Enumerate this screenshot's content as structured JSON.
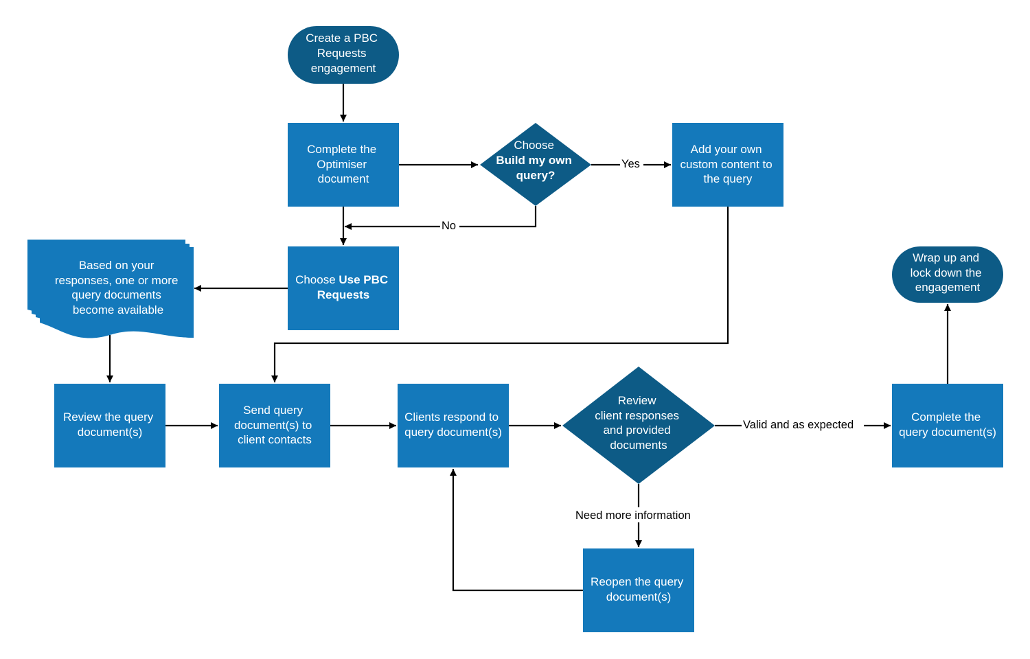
{
  "colors": {
    "process": "#1479bb",
    "terminal": "#0d5b86",
    "decision": "#0d5b86",
    "connector": "#000000",
    "text": "#ffffff"
  },
  "nodes": {
    "start": {
      "lines": [
        "Create a PBC",
        "Requests",
        "engagement"
      ]
    },
    "optimiser": {
      "lines": [
        "Complete the",
        "Optimiser",
        "document"
      ]
    },
    "decision_build": {
      "line1": "Choose",
      "line2": "Build my own",
      "line3": "query?"
    },
    "custom_content": {
      "lines": [
        "Add your own",
        "custom content to",
        "the query"
      ]
    },
    "use_pbc": {
      "line1_prefix": "Choose ",
      "line1_bold": "Use PBC",
      "line2": "Requests"
    },
    "query_docs": {
      "lines": [
        "Based on your",
        "responses, one or more",
        "query documents",
        "become available"
      ]
    },
    "review_query": {
      "lines": [
        "Review the query",
        "document(s)"
      ]
    },
    "send_query": {
      "lines": [
        "Send query",
        "document(s) to",
        "client contacts"
      ]
    },
    "clients_respond": {
      "lines": [
        "Clients respond to",
        "query document(s)"
      ]
    },
    "decision_review": {
      "lines": [
        "Review",
        "client responses",
        "and provided",
        "documents"
      ]
    },
    "complete_query": {
      "lines": [
        "Complete the",
        "query document(s)"
      ]
    },
    "wrap_up": {
      "lines": [
        "Wrap up and",
        "lock down the",
        "engagement"
      ]
    },
    "reopen": {
      "lines": [
        "Reopen the query",
        "document(s)"
      ]
    }
  },
  "edges": {
    "yes": "Yes",
    "no": "No",
    "valid": "Valid and as expected",
    "need_more": "Need more information"
  }
}
